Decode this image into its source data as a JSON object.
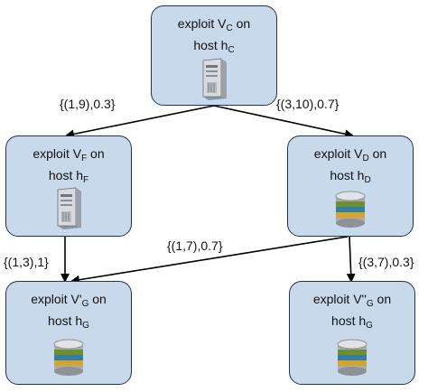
{
  "nodes": {
    "vc": {
      "line1": "exploit V",
      "sub1": "C",
      "after1": " on",
      "line2": "host h",
      "sub2": "C",
      "icon": "server-tower-icon"
    },
    "vf": {
      "line1": "exploit V",
      "sub1": "F",
      "after1": "  on",
      "line2": "host h",
      "sub2": "F",
      "icon": "server-tower-icon"
    },
    "vd": {
      "line1": "exploit V",
      "sub1": "D",
      "after1": " on",
      "line2": "host h",
      "sub2": "D",
      "icon": "database-icon"
    },
    "vg1": {
      "line1": "exploit V'",
      "sub1": "G",
      "after1": "  on",
      "line2": "host h",
      "sub2": "G",
      "icon": "database-icon"
    },
    "vg2": {
      "line1": "exploit V''",
      "sub1": "G",
      "after1": "  on",
      "line2": "host h",
      "sub2": "G",
      "icon": "database-icon"
    }
  },
  "edges": {
    "c_to_f": "{(1,9),0.3}",
    "c_to_d": "{(3,10),0.7}",
    "f_to_g1": "{(1,3),1}",
    "d_to_g1": "{(1,7),0.7}",
    "d_to_g2": "{(3,7),0.3}"
  },
  "colors": {
    "node_fill": "#c9d9ec",
    "node_border": "#1f3550",
    "edge": "#000000"
  }
}
